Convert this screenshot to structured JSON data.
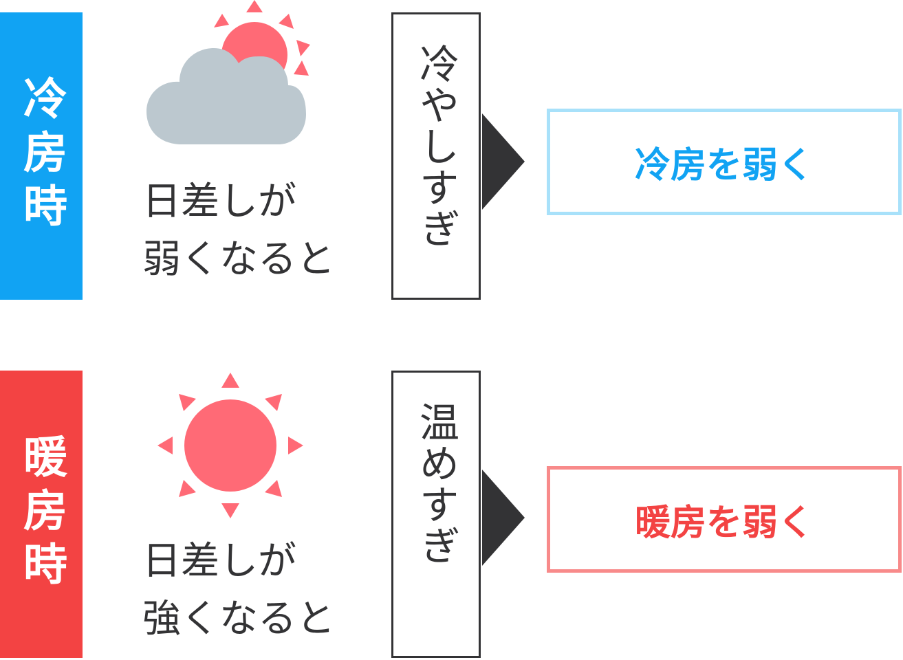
{
  "colors": {
    "cooling": "#11a3f3",
    "cooling_border": "#a8e1fa",
    "heating": "#f34343",
    "heating_border": "#f88a8a",
    "sun": "#ff6a76",
    "cloud": "#bcc8cf",
    "text": "#333335"
  },
  "cooling": {
    "mode_label": "冷房時",
    "icon": "sun-behind-cloud-icon",
    "condition_line1": "日差しが",
    "condition_line2": "弱くなると",
    "effect": "冷やしすぎ",
    "result": "冷房を弱く"
  },
  "heating": {
    "mode_label": "暖房時",
    "icon": "sun-icon",
    "condition_line1": "日差しが",
    "condition_line2": "強くなると",
    "effect": "温めすぎ",
    "result": "暖房を弱く"
  }
}
